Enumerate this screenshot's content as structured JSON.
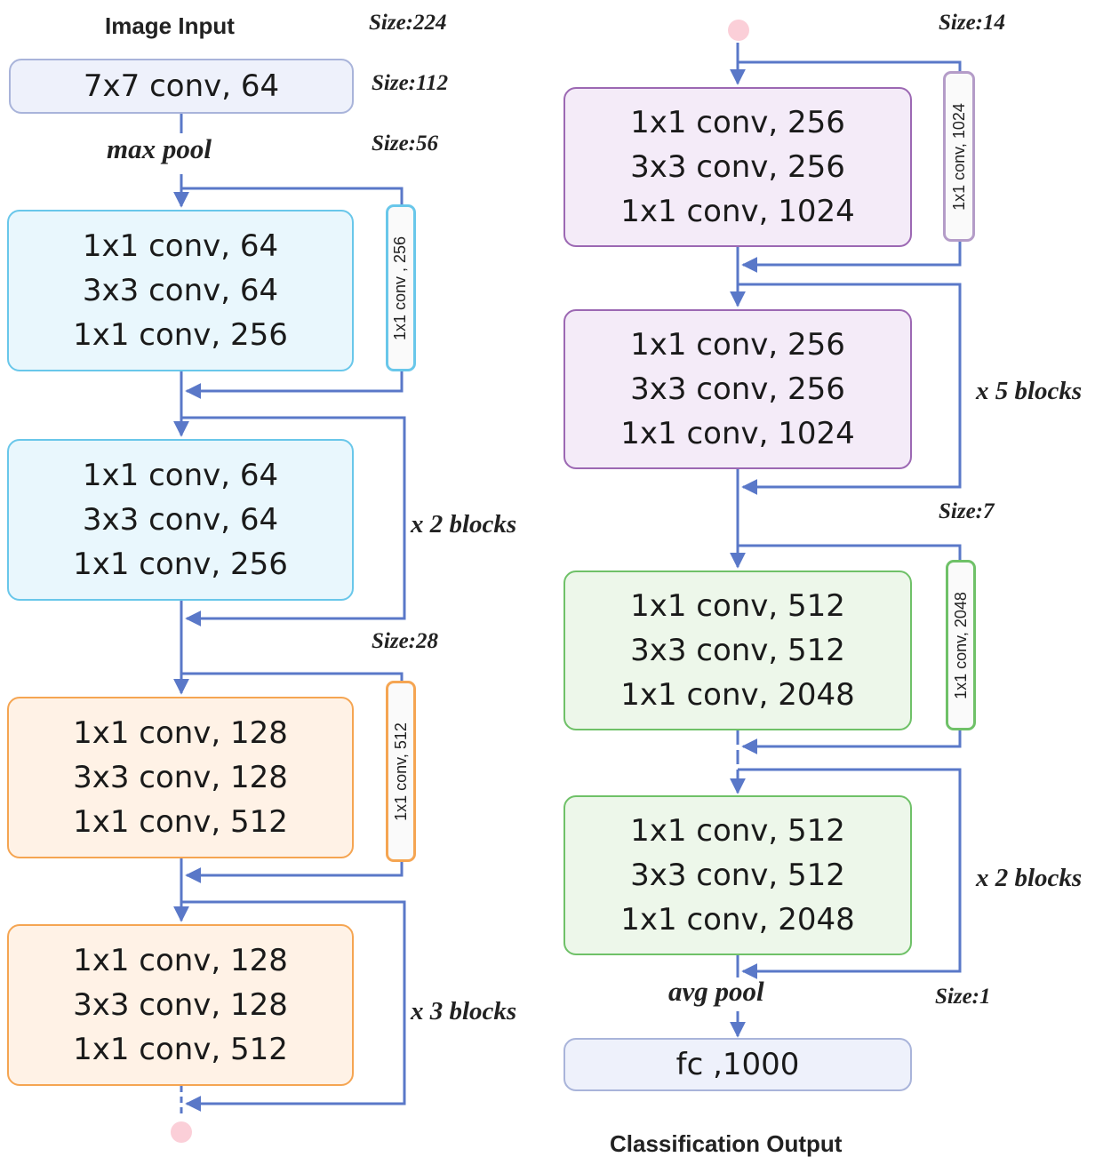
{
  "input_title": "Image Input",
  "output_title": "Classification Output",
  "sizes": {
    "s224": "Size:224",
    "s112": "Size:112",
    "s56": "Size:56",
    "s28": "Size:28",
    "s14": "Size:14",
    "s7": "Size:7",
    "s1": "Size:1"
  },
  "pools": {
    "max": "max pool",
    "avg": "avg pool"
  },
  "repeats": {
    "stage1": "x 2 blocks",
    "stage2": "x 3 blocks",
    "stage3": "x 5 blocks",
    "stage4": "x 2 blocks"
  },
  "blocks": {
    "conv1": "7x7 conv, 64",
    "fc": "fc ,1000",
    "s1a": [
      "1x1 conv, 64",
      "3x3 conv, 64",
      "1x1 conv, 256"
    ],
    "s1b": [
      "1x1 conv, 64",
      "3x3 conv, 64",
      "1x1 conv, 256"
    ],
    "s2a": [
      "1x1 conv, 128",
      "3x3 conv, 128",
      "1x1 conv, 512"
    ],
    "s2b": [
      "1x1 conv, 128",
      "3x3 conv, 128",
      "1x1 conv, 512"
    ],
    "s3a": [
      "1x1 conv, 256",
      "3x3 conv, 256",
      "1x1 conv, 1024"
    ],
    "s3b": [
      "1x1 conv, 256",
      "3x3 conv, 256",
      "1x1 conv, 1024"
    ],
    "s4a": [
      "1x1 conv, 512",
      "3x3 conv, 512",
      "1x1 conv, 2048"
    ],
    "s4b": [
      "1x1 conv, 512",
      "3x3 conv, 512",
      "1x1 conv, 2048"
    ]
  },
  "shortcuts": {
    "sc256": "1x1 conv , 256",
    "sc512": "1x1 conv, 512",
    "sc1024": "1x1 conv, 1024",
    "sc2048": "1x1 conv, 2048"
  },
  "colors": {
    "arrow": "#5a78c8",
    "stage1": "#69c7ea",
    "stage2": "#f5a552",
    "stage3": "#9c68b3",
    "stage4": "#6fc168",
    "endpoint": "#fbcfd8"
  }
}
